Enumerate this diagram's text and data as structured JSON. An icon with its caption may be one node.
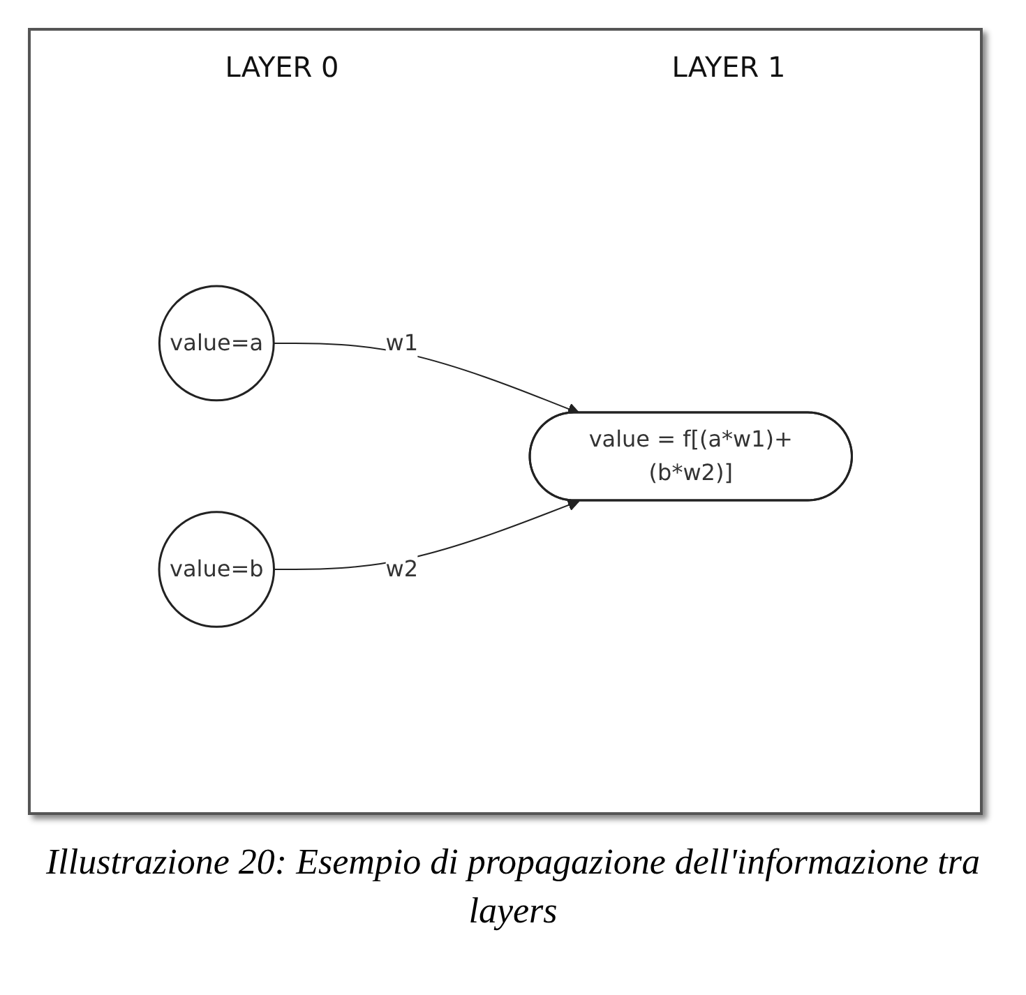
{
  "diagram": {
    "caption": "Illustrazione 20: Esempio di propagazione dell'informazione tra layers",
    "nodes": [
      {
        "text": [
          "value=a"
        ]
      },
      {
        "text": [
          "value=b"
        ]
      },
      {
        "text": [
          "value = f[(a*w1)+(b*w2)]"
        ]
      }
    ],
    "edges": [
      {
        "from": 0,
        "to": 2,
        "arrow": "to",
        "label": "w1"
      },
      {
        "from": 1,
        "to": 2,
        "arrow": "to",
        "label": "w2"
      }
    ],
    "labels": [
      "LAYER 0",
      "LAYER 1"
    ]
  }
}
